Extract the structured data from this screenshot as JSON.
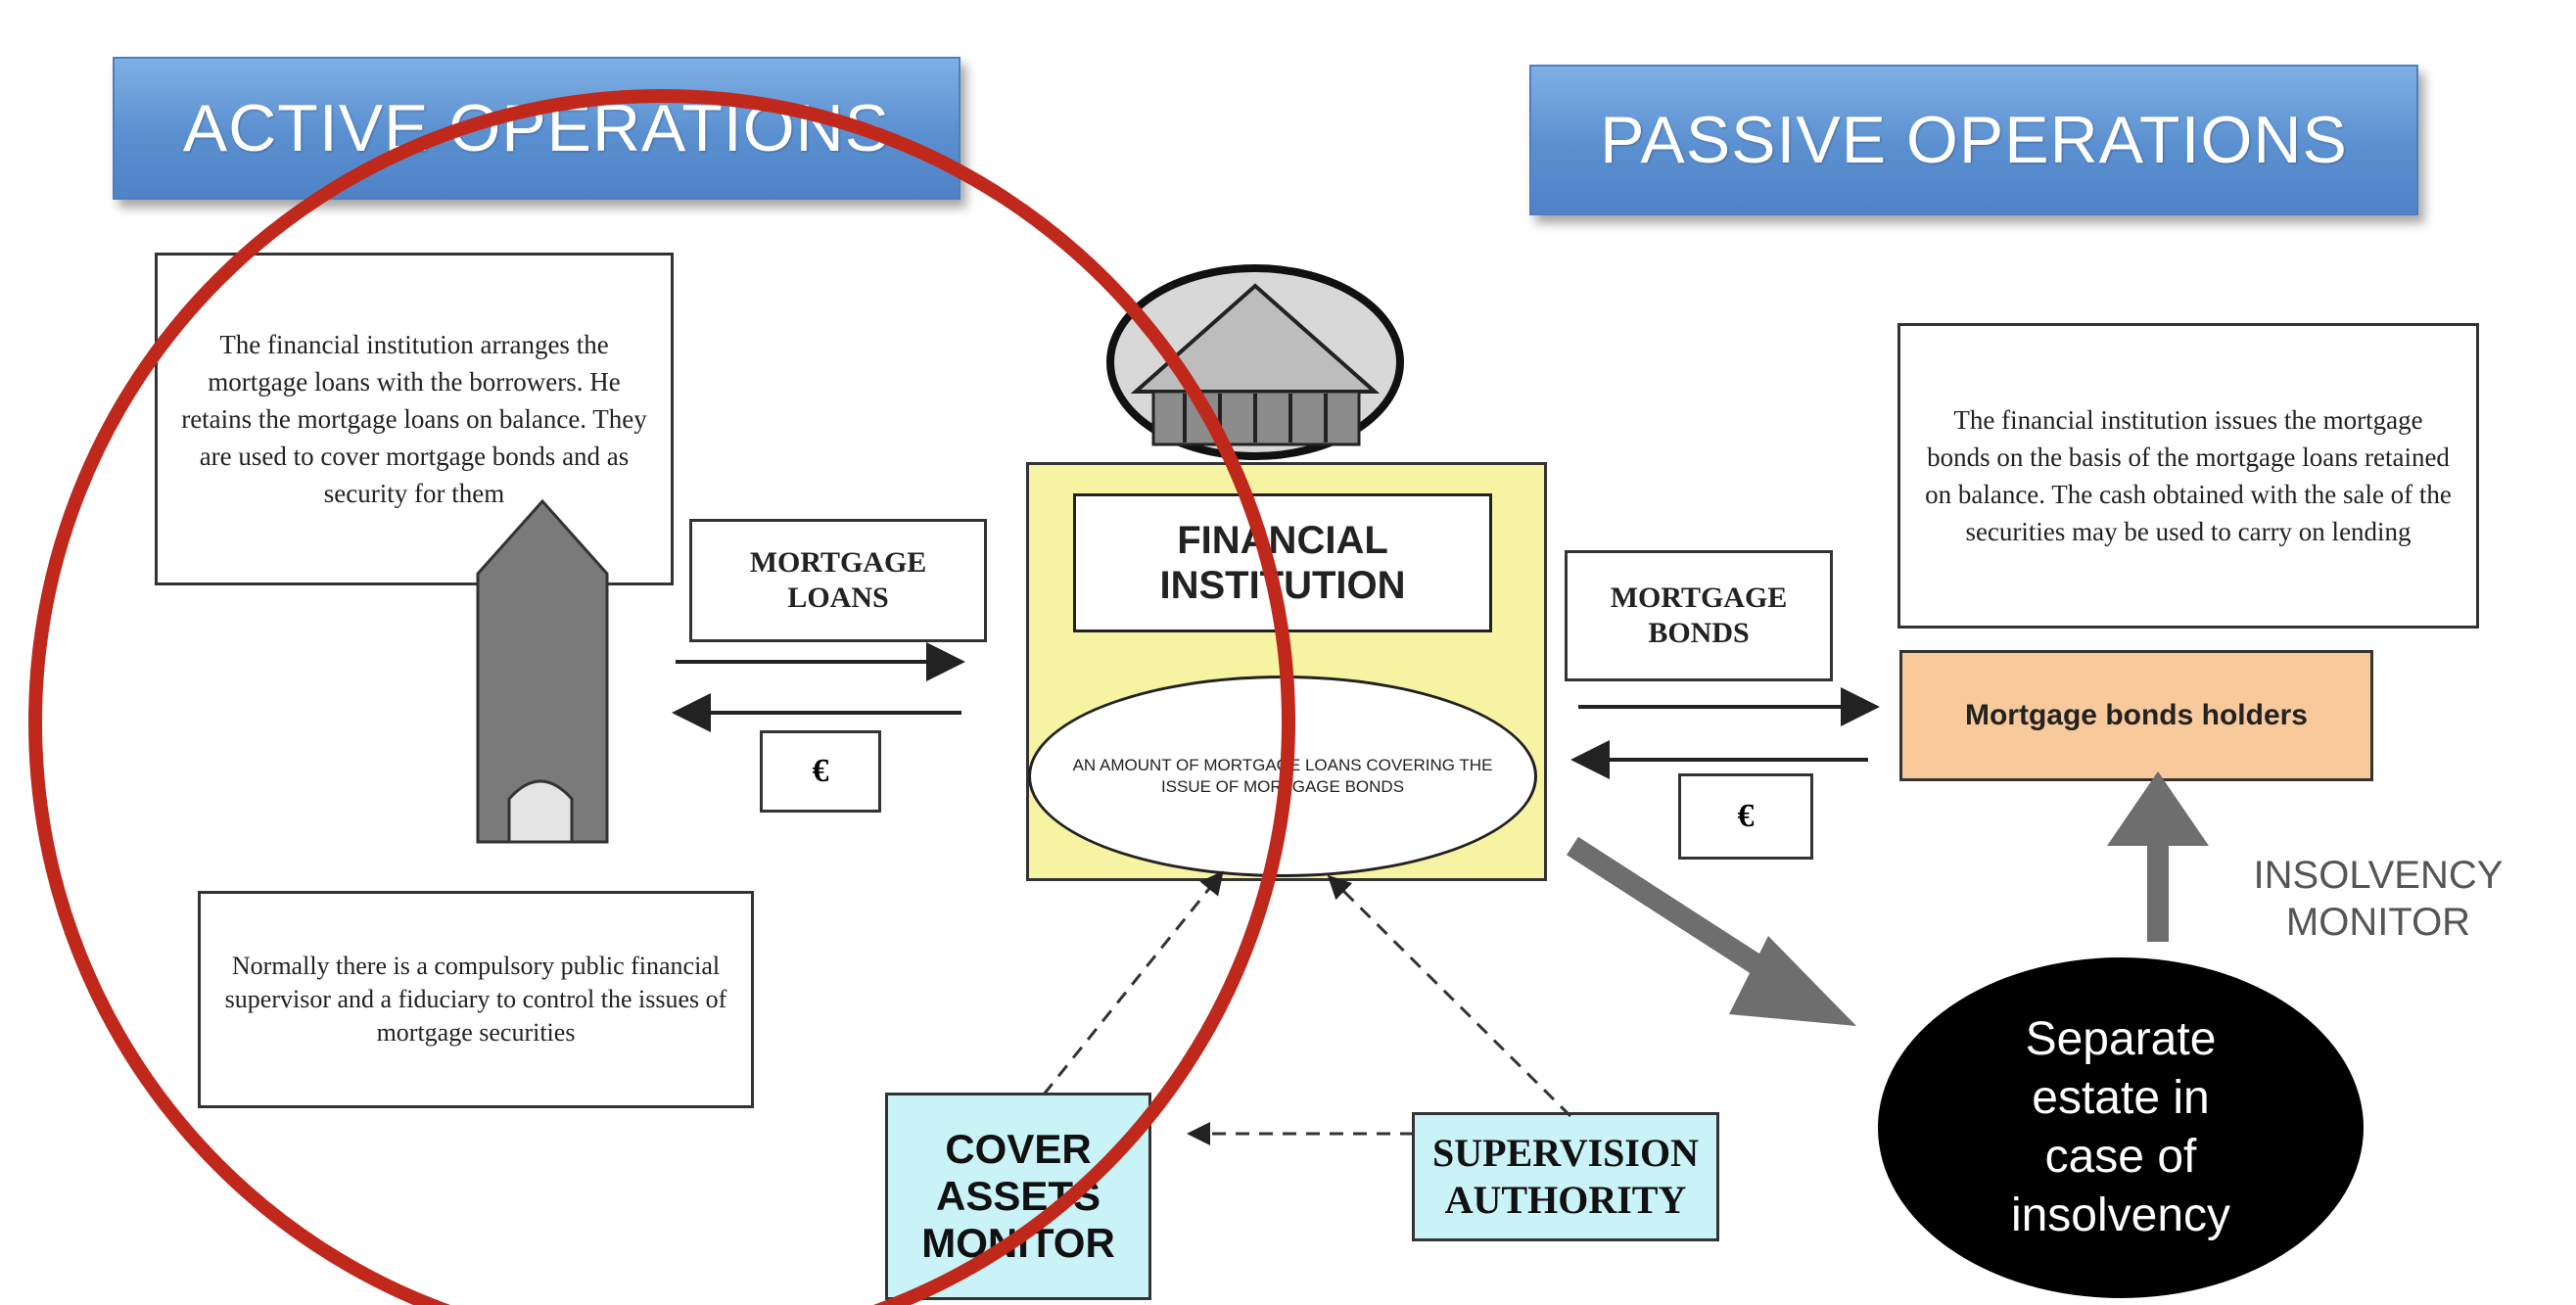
{
  "headers": {
    "active": "ACTIVE OPERATIONS",
    "passive": "PASSIVE OPERATIONS"
  },
  "active_side": {
    "description": "The financial institution arranges the mortgage loans with the borrowers. He retains the mortgage loans on balance. They are used to cover mortgage bonds and as security for them",
    "loans_label": "MORTGAGE LOANS",
    "payment_label": "€",
    "supervision_note": "Normally there is a compulsory public financial supervisor and a fiduciary to control the issues of mortgage securities"
  },
  "institution": {
    "title": "FINANCIAL INSTITUTION",
    "ellipse_text": "AN AMOUNT OF MORTGAGE LOANS COVERING THE ISSUE OF MORTGAGE BONDS"
  },
  "passive_side": {
    "description": "The financial institution issues the mortgage bonds on the basis of the mortgage loans retained on balance. The cash obtained with the sale of the securities may be used to carry on lending",
    "bonds_label": "MORTGAGE BONDS",
    "payment_label": "€",
    "holders": "Mortgage bonds holders"
  },
  "monitors": {
    "cover_assets": "COVER ASSETS MONITOR",
    "supervision": "SUPERVISION AUTHORITY",
    "insolvency": "INSOLVENCY MONITOR"
  },
  "estate": "Separate estate in case of insolvency",
  "colors": {
    "banner": "#5a8fd0",
    "institution_panel": "#f6f3a3",
    "holders": "#f8c99b",
    "monitor_boxes": "#c9f3f6",
    "highlight_circle": "#c0281c",
    "estate_oval": "#000000"
  }
}
